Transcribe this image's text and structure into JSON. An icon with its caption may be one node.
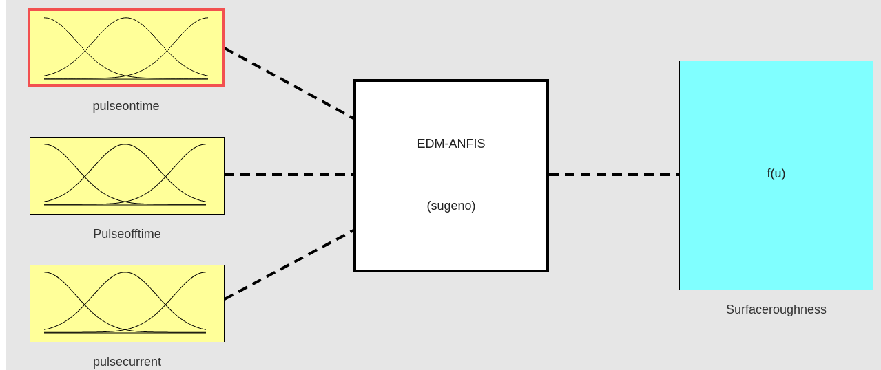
{
  "diagram": {
    "nodes": [
      {
        "text": [
          "pulseontime"
        ]
      },
      {
        "text": [
          "Pulseofftime"
        ]
      },
      {
        "text": [
          "pulsecurrent"
        ]
      },
      {
        "text": [
          "EDM-ANFIS",
          "(sugeno)"
        ]
      },
      {
        "text": [
          "f(u)",
          "Surfaceroughness"
        ]
      }
    ],
    "edges": [
      {
        "from": 0,
        "to": 3,
        "arrow": "none",
        "style": "dashed"
      },
      {
        "from": 1,
        "to": 3,
        "arrow": "none",
        "style": "dashed"
      },
      {
        "from": 2,
        "to": 3,
        "arrow": "none",
        "style": "dashed"
      },
      {
        "from": 3,
        "to": 4,
        "arrow": "none",
        "style": "dashed"
      }
    ]
  }
}
